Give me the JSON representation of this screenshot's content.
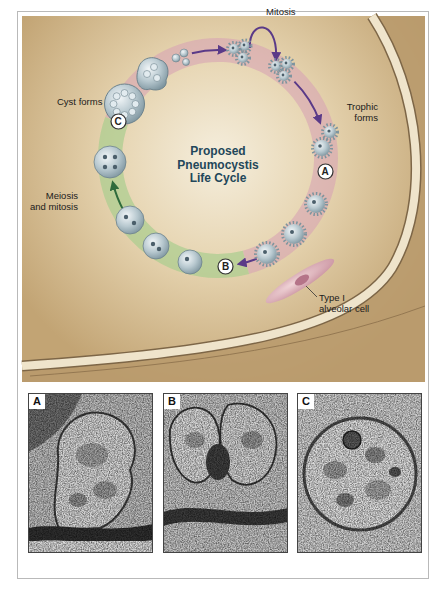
{
  "diagram": {
    "title": "Proposed Pneumocystis Life Cycle",
    "nodes": [
      {
        "text": [
          "A"
        ]
      },
      {
        "text": [
          "B"
        ]
      },
      {
        "text": [
          "C"
        ]
      },
      {
        "text": [
          "A"
        ]
      },
      {
        "text": [
          "B"
        ]
      },
      {
        "text": [
          "C"
        ]
      }
    ],
    "labels": [
      "Mitosis",
      "Trophic forms",
      "Type I alveolar cell",
      "Meiosis and mitosis",
      "Cyst forms"
    ]
  }
}
